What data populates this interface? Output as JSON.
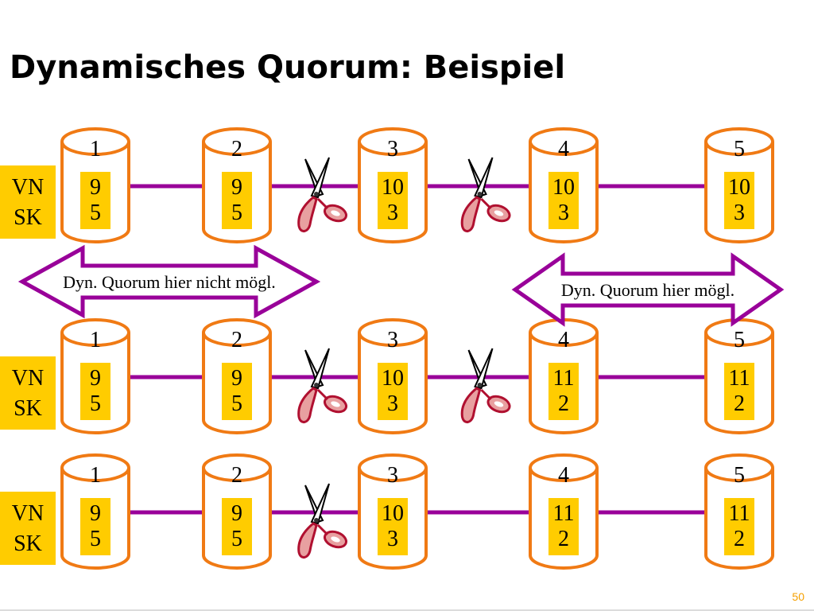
{
  "title": "Dynamisches Quorum: Beispiel",
  "page_number": "50",
  "colors": {
    "node_outline": "#f07a14",
    "value_box": "#ffcc00",
    "link": "#990099",
    "arrow_outline": "#990099"
  },
  "rows": [
    {
      "labels": [
        "VN",
        "SK"
      ],
      "nodes": [
        {
          "id": "1",
          "vn": "9",
          "sk": "5"
        },
        {
          "id": "2",
          "vn": "9",
          "sk": "5"
        },
        {
          "id": "3",
          "vn": "10",
          "sk": "3"
        },
        {
          "id": "4",
          "vn": "10",
          "sk": "3"
        },
        {
          "id": "5",
          "vn": "10",
          "sk": "3"
        }
      ],
      "cuts": [
        "between-2-3",
        "between-3-4"
      ]
    },
    {
      "labels": [
        "VN",
        "SK"
      ],
      "nodes": [
        {
          "id": "1",
          "vn": "9",
          "sk": "5"
        },
        {
          "id": "2",
          "vn": "9",
          "sk": "5"
        },
        {
          "id": "3",
          "vn": "10",
          "sk": "3"
        },
        {
          "id": "4",
          "vn": "11",
          "sk": "2"
        },
        {
          "id": "5",
          "vn": "11",
          "sk": "2"
        }
      ],
      "cuts": [
        "between-2-3",
        "between-3-4"
      ]
    },
    {
      "labels": [
        "VN",
        "SK"
      ],
      "nodes": [
        {
          "id": "1",
          "vn": "9",
          "sk": "5"
        },
        {
          "id": "2",
          "vn": "9",
          "sk": "5"
        },
        {
          "id": "3",
          "vn": "10",
          "sk": "3"
        },
        {
          "id": "4",
          "vn": "11",
          "sk": "2"
        },
        {
          "id": "5",
          "vn": "11",
          "sk": "2"
        }
      ],
      "cuts": [
        "between-2-3"
      ]
    }
  ],
  "annotations": {
    "left_arrow": "Dyn. Quorum hier nicht mögl.",
    "right_arrow": "Dyn. Quorum hier mögl."
  },
  "icons": {
    "cut": "scissors-icon"
  }
}
